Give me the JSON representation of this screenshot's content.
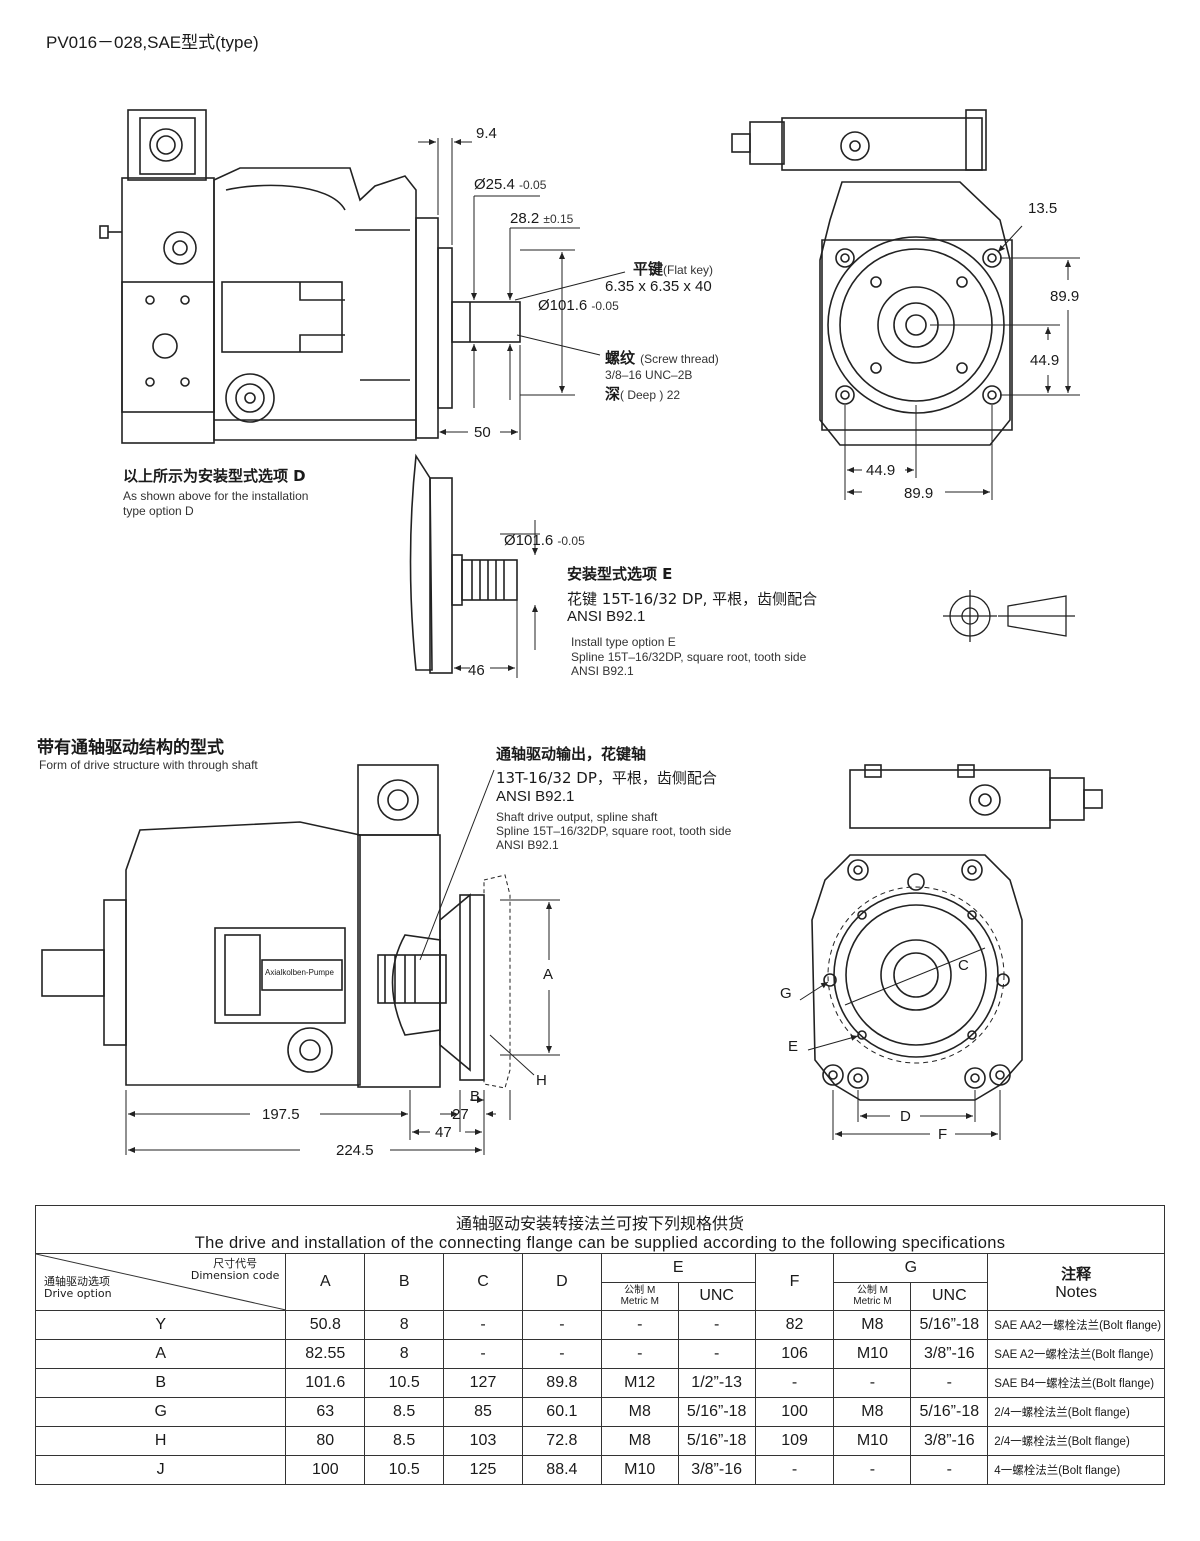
{
  "page_title": "PV016－028,SAE型式(type)",
  "top_view": {
    "dims": {
      "d9_4": "9.4",
      "d25_4": "Ø25.4",
      "d25_4_tol": "-0.05",
      "d28_2": "28.2",
      "d28_2_tol": "±0.15",
      "d101_6": "Ø101.6",
      "d101_6_tol": "-0.05",
      "d50": "50"
    },
    "flat_key_cn": "平键",
    "flat_key_en": "(Flat key)",
    "flat_key_size": "6.35 x 6.35 x 40",
    "screw_cn": "螺纹",
    "screw_en": "(Screw thread)",
    "screw_spec": "3/8–16 UNC–2B",
    "deep_cn": "深",
    "deep_en": "( Deep ) 22",
    "option_d_cn": "以上所示为安装型式选项",
    "option_d_letter": "D",
    "option_d_en1": "As shown above for the installation",
    "option_d_en2": "type option D"
  },
  "front_view": {
    "dims": {
      "d13_5": "13.5",
      "d89_9_v": "89.9",
      "d44_9_v": "44.9",
      "d44_9_h": "44.9",
      "d89_9_h": "89.9"
    }
  },
  "option_e": {
    "dim_dia": "Ø101.6",
    "dim_dia_tol": "-0.05",
    "dim_46": "46",
    "title_cn": "安装型式选项",
    "title_letter": "E",
    "spline_cn": "花键 15T-16/32 DP, 平根，齿侧配合",
    "ansi": "ANSI B92.1",
    "en1": "Install type option E",
    "en2": "Spline 15T–16/32DP, square root, tooth side",
    "en3": "ANSI B92.1"
  },
  "through_shaft": {
    "title_cn": "带有通轴驱动结构的型式",
    "title_en": "Form of drive structure with through shaft",
    "out_cn": "通轴驱动输出，花键轴",
    "out_spec_cn": "13T-16/32 DP，平根，齿侧配合",
    "out_ansi": "ANSI B92.1",
    "out_en1": "Shaft drive output, spline shaft",
    "out_en2": "Spline 15T–16/32DP, square root, tooth side",
    "out_en3": "ANSI B92.1",
    "nameplate": "Axialkolben-Pumpe",
    "dims": {
      "d197_5": "197.5",
      "d224_5": "224.5",
      "d27": "27",
      "d47": "47",
      "A": "A",
      "B": "B",
      "H": "H"
    },
    "end_labels": {
      "G": "G",
      "E": "E",
      "C": "C",
      "D": "D",
      "F": "F"
    }
  },
  "spec_table": {
    "caption_cn": "通轴驱动安装转接法兰可按下列规格供货",
    "caption_en": "The drive and installation of the connecting flange can be supplied according to the following specifications",
    "corner_code_cn": "尺寸代号",
    "corner_code_en": "Dimension code",
    "corner_opt_cn": "通轴驱动选项",
    "corner_opt_en": "Drive option",
    "headers": [
      "A",
      "B",
      "C",
      "D",
      "E",
      "F",
      "G"
    ],
    "metric_cn": "公制 M",
    "metric_en": "Metric M",
    "unc": "UNC",
    "notes_cn": "注释",
    "notes_en": "Notes",
    "rows": [
      [
        "Y",
        "50.8",
        "8",
        "-",
        "-",
        "-",
        "-",
        "82",
        "M8",
        "5/16”-18",
        "SAE AA2一螺栓法兰(Bolt flange)"
      ],
      [
        "A",
        "82.55",
        "8",
        "-",
        "-",
        "-",
        "-",
        "106",
        "M10",
        "3/8”-16",
        "SAE A2一螺栓法兰(Bolt flange)"
      ],
      [
        "B",
        "101.6",
        "10.5",
        "127",
        "89.8",
        "M12",
        "1/2”-13",
        "-",
        "-",
        "-",
        "SAE B4一螺栓法兰(Bolt flange)"
      ],
      [
        "G",
        "63",
        "8.5",
        "85",
        "60.1",
        "M8",
        "5/16”-18",
        "100",
        "M8",
        "5/16”-18",
        "2/4一螺栓法兰(Bolt flange)"
      ],
      [
        "H",
        "80",
        "8.5",
        "103",
        "72.8",
        "M8",
        "5/16”-18",
        "109",
        "M10",
        "3/8”-16",
        "2/4一螺栓法兰(Bolt flange)"
      ],
      [
        "J",
        "100",
        "10.5",
        "125",
        "88.4",
        "M10",
        "3/8”-16",
        "-",
        "-",
        "-",
        "4一螺栓法兰(Bolt flange)"
      ]
    ]
  }
}
